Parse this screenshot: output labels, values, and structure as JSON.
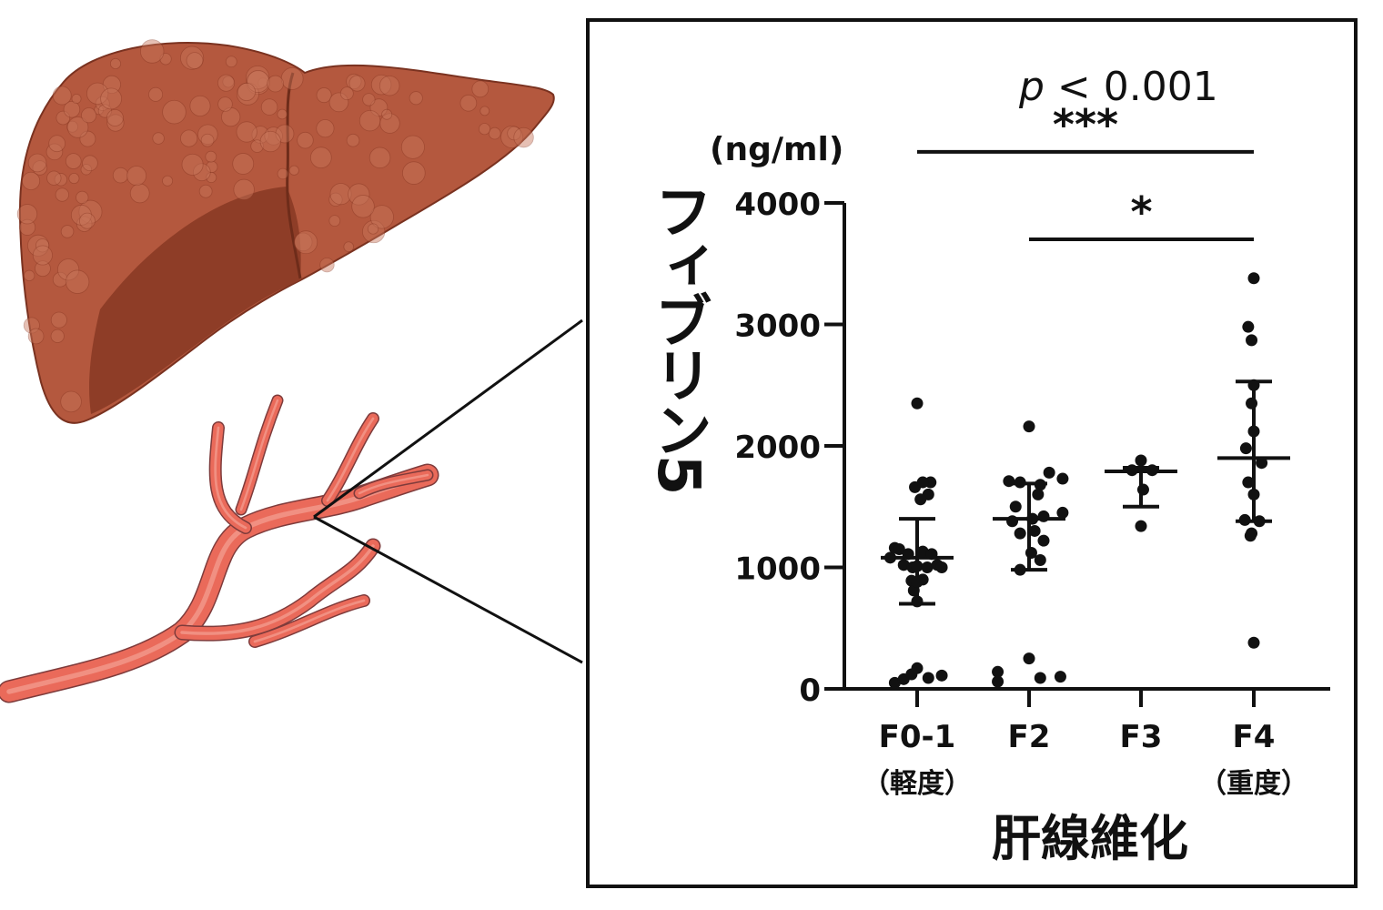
{
  "colors": {
    "liver_fill": "#b4583e",
    "liver_shade": "#8e3d27",
    "vessel_fill": "#ea6a5a",
    "vessel_edge": "#7e3b3b",
    "ink": "#111111"
  },
  "illustrations": {
    "liver": "liver-illustration",
    "vessel": "blood-vessel-illustration"
  },
  "chart_data": {
    "type": "scatter",
    "title": "",
    "pvalue_prefix": "p",
    "pvalue_rest": " < 0.001",
    "unit": "(ng/ml)",
    "ylabel": "フィブリン5",
    "xlabel": "肝線維化",
    "ylim": [
      0,
      4000
    ],
    "yticks": [
      0,
      1000,
      2000,
      3000,
      4000
    ],
    "categories": [
      "F0-1",
      "F2",
      "F3",
      "F4"
    ],
    "category_sublabels": [
      "（軽度）",
      "",
      "",
      "（重度）"
    ],
    "groups": [
      {
        "name": "F0-1",
        "mean": 1080,
        "sd_low": 700,
        "sd_high": 1400,
        "points": [
          [
            -0.24,
            1080
          ],
          [
            -0.2,
            1160
          ],
          [
            -0.16,
            1150
          ],
          [
            -0.12,
            1020
          ],
          [
            -0.08,
            1110
          ],
          [
            -0.04,
            1000
          ],
          [
            0.0,
            1010
          ],
          [
            0.05,
            1130
          ],
          [
            0.09,
            1000
          ],
          [
            0.13,
            1110
          ],
          [
            0.18,
            1020
          ],
          [
            0.22,
            1000
          ],
          [
            -0.05,
            890
          ],
          [
            0.05,
            900
          ],
          [
            -0.03,
            810
          ],
          [
            0.0,
            880
          ],
          [
            0.0,
            720
          ],
          [
            0.1,
            1600
          ],
          [
            0.12,
            1700
          ],
          [
            0.03,
            1560
          ],
          [
            -0.02,
            1660
          ],
          [
            0.05,
            1700
          ],
          [
            0.0,
            2350
          ],
          [
            -0.2,
            50
          ],
          [
            -0.12,
            80
          ],
          [
            -0.05,
            120
          ],
          [
            0.0,
            170
          ],
          [
            0.1,
            90
          ],
          [
            0.22,
            110
          ]
        ]
      },
      {
        "name": "F2",
        "mean": 1400,
        "sd_low": 980,
        "sd_high": 1690,
        "points": [
          [
            0.0,
            2160
          ],
          [
            -0.18,
            1710
          ],
          [
            -0.08,
            1700
          ],
          [
            0.1,
            1680
          ],
          [
            0.18,
            1780
          ],
          [
            0.3,
            1730
          ],
          [
            0.08,
            1600
          ],
          [
            -0.12,
            1500
          ],
          [
            0.03,
            1400
          ],
          [
            0.13,
            1420
          ],
          [
            0.3,
            1450
          ],
          [
            -0.15,
            1380
          ],
          [
            -0.08,
            1280
          ],
          [
            0.05,
            1300
          ],
          [
            0.13,
            1220
          ],
          [
            0.02,
            1120
          ],
          [
            0.1,
            1060
          ],
          [
            -0.08,
            980
          ],
          [
            -0.28,
            140
          ],
          [
            -0.28,
            60
          ],
          [
            0.0,
            250
          ],
          [
            0.1,
            90
          ],
          [
            0.28,
            100
          ]
        ]
      },
      {
        "name": "F3",
        "mean": 1790,
        "sd_low": 1500,
        "sd_high": 1820,
        "points": [
          [
            -0.08,
            1800
          ],
          [
            0.0,
            1880
          ],
          [
            0.1,
            1800
          ],
          [
            0.02,
            1640
          ],
          [
            0.0,
            1340
          ]
        ]
      },
      {
        "name": "F4",
        "mean": 1900,
        "sd_low": 1380,
        "sd_high": 2530,
        "points": [
          [
            0.0,
            3380
          ],
          [
            -0.05,
            2980
          ],
          [
            -0.02,
            2870
          ],
          [
            0.0,
            2500
          ],
          [
            -0.02,
            2350
          ],
          [
            0.0,
            2120
          ],
          [
            -0.07,
            1980
          ],
          [
            0.07,
            1860
          ],
          [
            -0.05,
            1700
          ],
          [
            0.0,
            1600
          ],
          [
            -0.08,
            1390
          ],
          [
            0.05,
            1380
          ],
          [
            -0.02,
            1280
          ],
          [
            -0.03,
            1260
          ],
          [
            0.0,
            380
          ]
        ]
      }
    ],
    "brackets": [
      {
        "from": "F0-1",
        "to": "F4",
        "label": "***",
        "level": 4420
      },
      {
        "from": "F2",
        "to": "F4",
        "label": "*",
        "level": 3700
      }
    ]
  }
}
